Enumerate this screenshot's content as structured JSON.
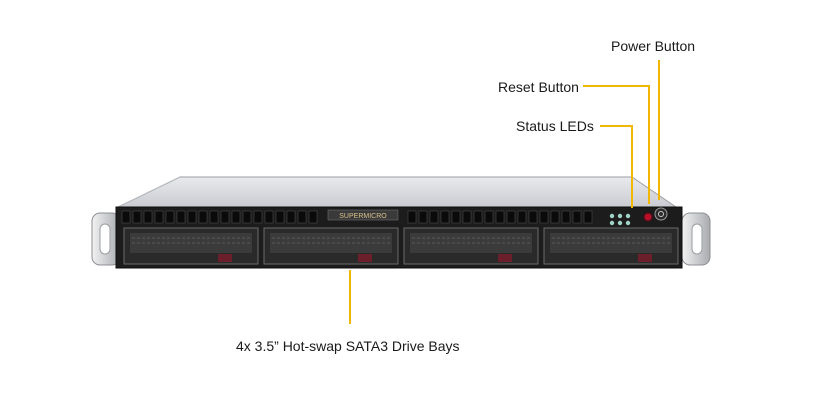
{
  "callouts": {
    "power_button": "Power Button",
    "reset_button": "Reset Button",
    "status_leds": "Status LEDs",
    "drive_bays": "4x 3.5” Hot-swap SATA3 Drive Bays"
  },
  "server": {
    "brand": "SUPERMICRO",
    "bay_count": 4
  },
  "colors": {
    "callout_line": "#f2b705",
    "chassis_top": "#d7d9dd",
    "front_panel": "#1c1c1c",
    "drive_latch": "#6b1f2b"
  }
}
